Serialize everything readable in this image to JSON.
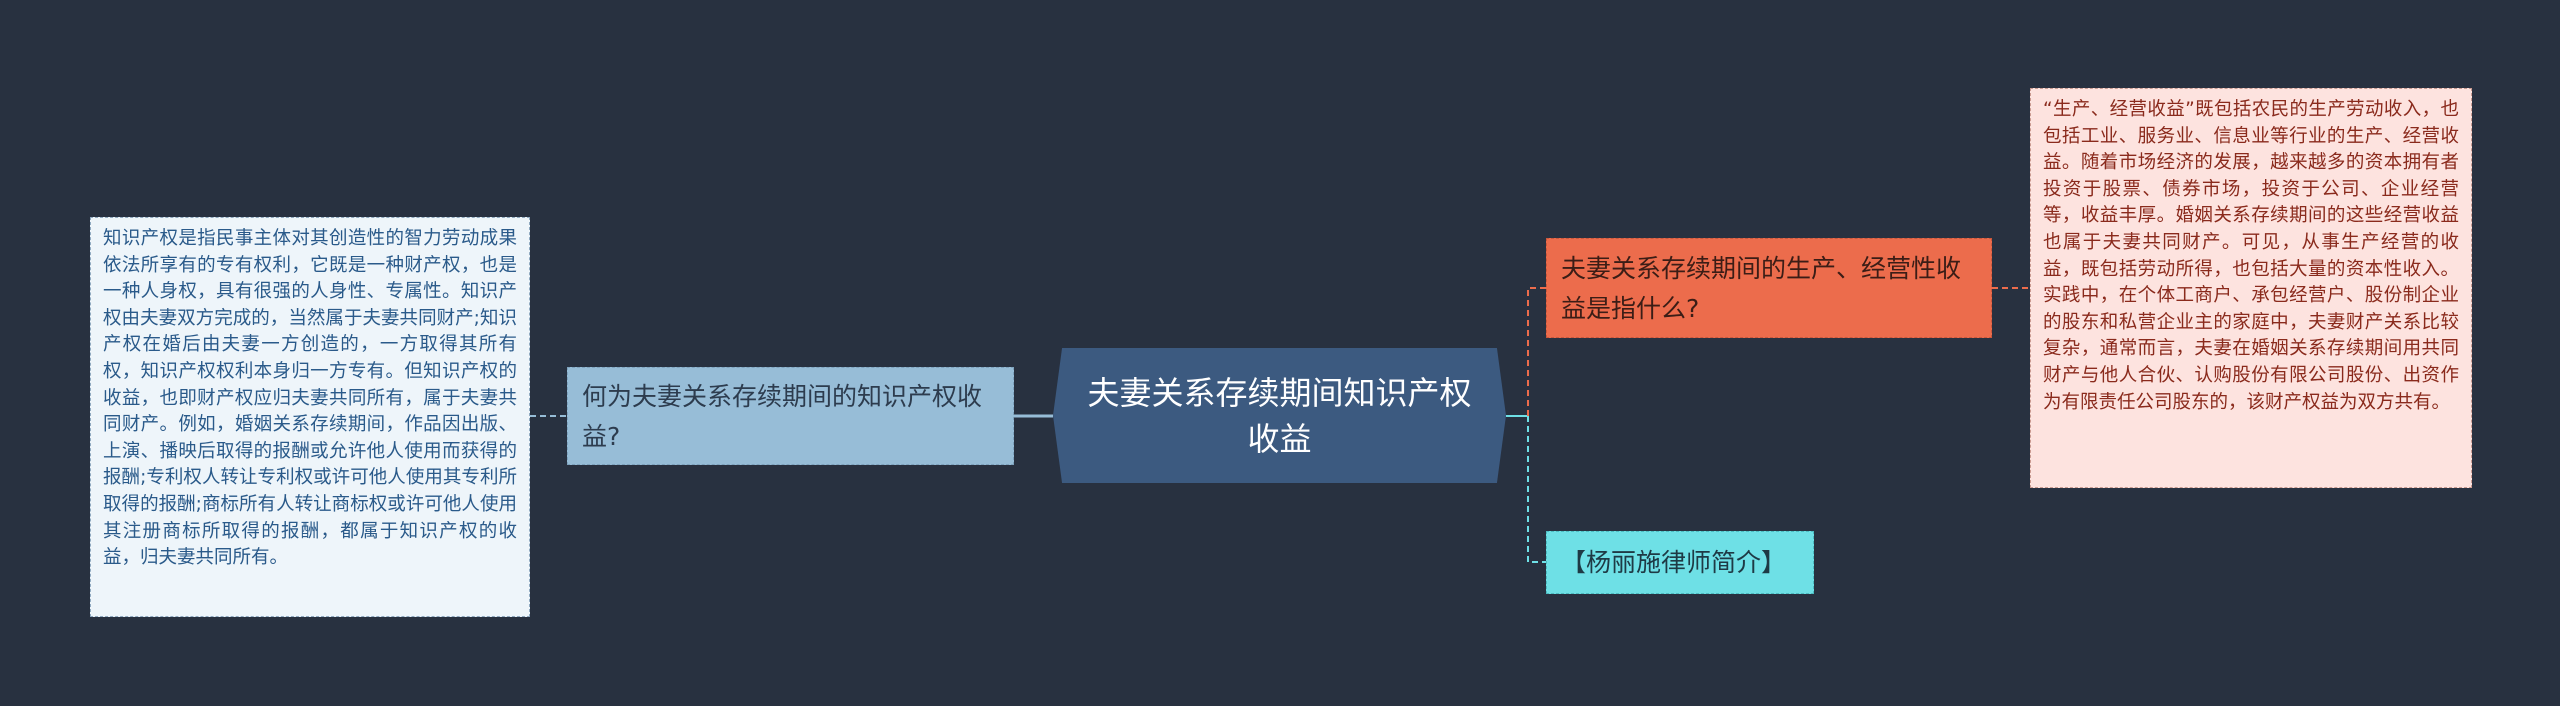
{
  "central_topic": "夫妻关系存续期间知识产权收益",
  "left_branch": {
    "question": "何为夫妻关系存续期间的知识产权收益?",
    "detail": "知识产权是指民事主体对其创造性的智力劳动成果依法所享有的专有权利，它既是一种财产权，也是一种人身权，具有很强的人身性、专属性。知识产权由夫妻双方完成的，当然属于夫妻共同财产;知识产权在婚后由夫妻一方创造的，一方取得其所有权，知识产权权利本身归一方专有。但知识产权的收益，也即财产权应归夫妻共同所有，属于夫妻共同财产。例如，婚姻关系存续期间，作品因出版、上演、播映后取得的报酬或允许他人使用而获得的报酬;专利权人转让专利权或许可他人使用其专利所取得的报酬;商标所有人转让商标权或许可他人使用其注册商标所取得的报酬，都属于知识产权的收益，归夫妻共同所有。"
  },
  "right_branch": {
    "question": "夫妻关系存续期间的生产、经营性收益是指什么?",
    "detail": "“生产、经营收益”既包括农民的生产劳动收入，也包括工业、服务业、信息业等行业的生产、经营收益。随着市场经济的发展，越来越多的资本拥有者投资于股票、债券市场，投资于公司、企业经营等，收益丰厚。婚姻关系存续期间的这些经营收益也属于夫妻共同财产。可见，从事生产经营的收益，既包括劳动所得，也包括大量的资本性收入。实践中，在个体工商户、承包经营户、股份制企业的股东和私营企业主的家庭中，夫妻财产关系比较复杂，通常而言，夫妻在婚姻关系存续期间用共同财产与他人合伙、认购股份有限公司股份、出资作为有限责任公司股东的，该财产权益为双方共有。"
  },
  "lawyer_node": "【杨丽施律师简介】",
  "colors": {
    "background": "#283140",
    "central": "#3c5a80",
    "left": "#97bdd7",
    "orange": "#ec6c4c",
    "cyan": "#6ee0e6"
  }
}
